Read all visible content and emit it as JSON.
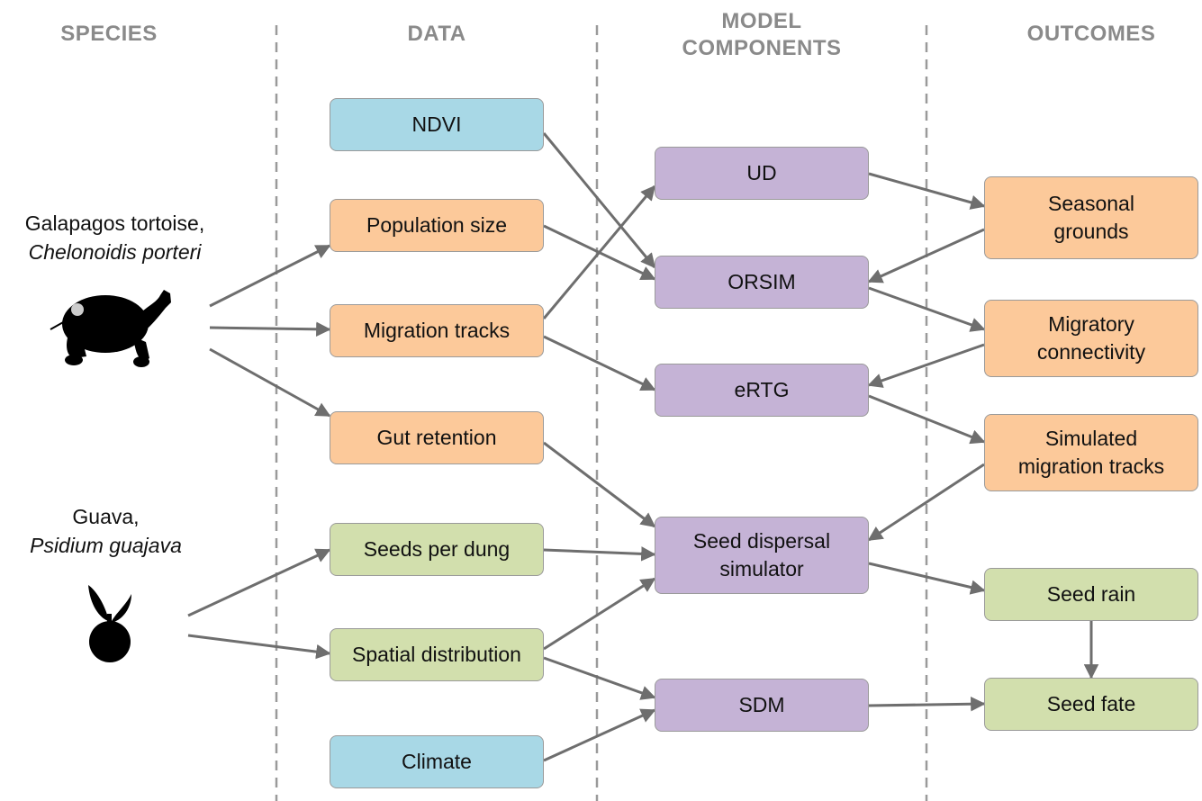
{
  "column_headers": {
    "species": "SPECIES",
    "data": "DATA",
    "model_line1": "MODEL",
    "model_line2": "COMPONENTS",
    "outcomes": "OUTCOMES"
  },
  "species": {
    "tortoise": {
      "common": "Galapagos tortoise,",
      "scientific": "Chelonoidis porteri"
    },
    "guava": {
      "common": "Guava,",
      "scientific": "Psidium guajava"
    }
  },
  "data_nodes": {
    "ndvi": "NDVI",
    "population_size": "Population size",
    "migration_tracks": "Migration tracks",
    "gut_retention": "Gut retention",
    "seeds_per_dung": "Seeds per dung",
    "spatial_distribution": "Spatial distribution",
    "climate": "Climate"
  },
  "model_nodes": {
    "ud": "UD",
    "orsim": "ORSIM",
    "ertg": "eRTG",
    "seed_dispersal_line1": "Seed dispersal",
    "seed_dispersal_line2": "simulator",
    "sdm": "SDM"
  },
  "outcome_nodes": {
    "seasonal_line1": "Seasonal",
    "seasonal_line2": "grounds",
    "connectivity_line1": "Migratory",
    "connectivity_line2": "connectivity",
    "simulated_line1": "Simulated",
    "simulated_line2": "migration tracks",
    "seed_rain": "Seed rain",
    "seed_fate": "Seed fate"
  },
  "colors": {
    "remote_sensing": "#a8d8e6",
    "tortoise_data": "#fcc99a",
    "plant_data": "#d2dfad",
    "model": "#c5b3d6",
    "arrow": "#6e6e6e",
    "divider": "#9a9a9a"
  },
  "icons": [
    "tortoise-silhouette-icon",
    "guava-silhouette-icon"
  ]
}
